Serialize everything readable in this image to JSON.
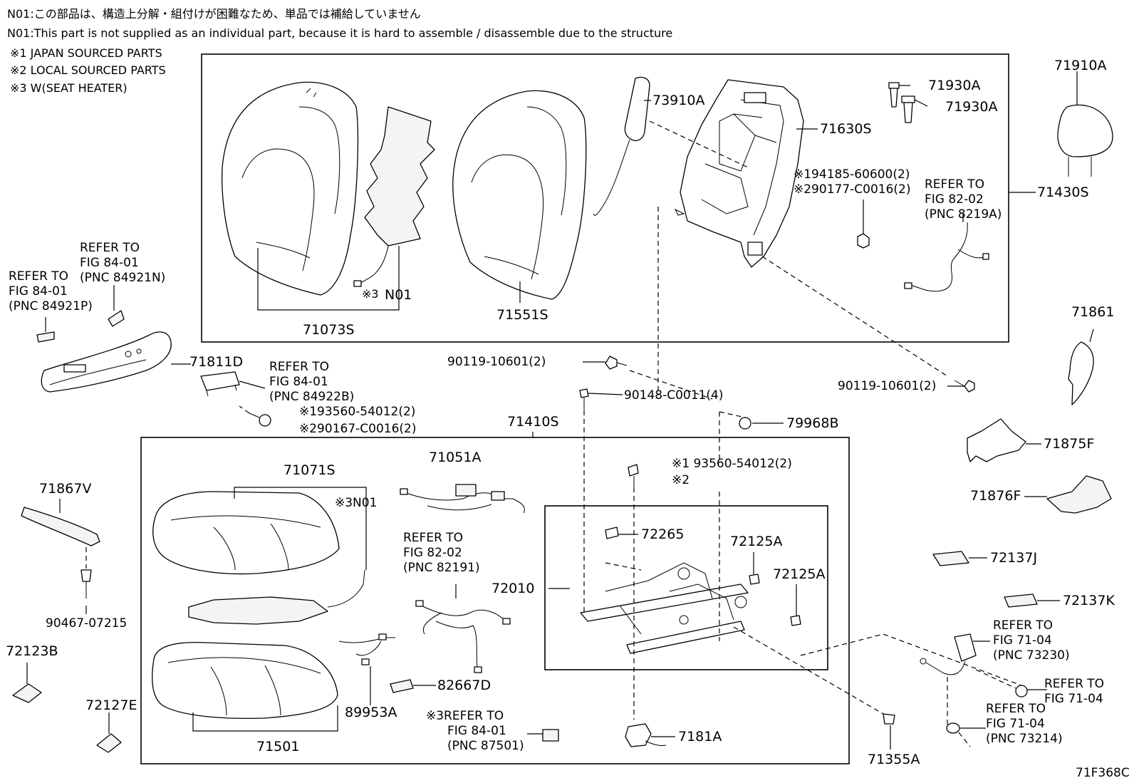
{
  "notes": [
    "N01:この部品は、構造上分解・組付けが困難なため、単品では補給していません",
    "N01:This part is not supplied as an individual part, because it is hard to assemble / disassemble due to the structure",
    "※1 JAPAN SOURCED PARTS",
    "※2 LOCAL SOURCED PARTS",
    "※3 W(SEAT HEATER)"
  ],
  "diagram_code": "71F368C",
  "labels": {
    "p71910A": "71910A",
    "p71930A_1": "71930A",
    "p71930A_2": "71930A",
    "p73910A": "73910A",
    "p71630S": "71630S",
    "p71430S": "71430S",
    "p71073S": "71073S",
    "p71551S": "71551S",
    "pN01_back": "N01",
    "pN01_back_mark": "※3",
    "p71811D": "71811D",
    "p71861": "71861",
    "p90119_a": "90119-10601(2)",
    "p90119_b": "90119-10601(2)",
    "p90148": "90148-C0011(4)",
    "p71410S": "71410S",
    "p79968B": "79968B",
    "p71875F": "71875F",
    "p71876F": "71876F",
    "p71867V": "71867V",
    "p71071S": "71071S",
    "pN01_cush": "※3N01",
    "p71051A": "71051A",
    "p72265": "72265",
    "p72125A_1": "72125A",
    "p72125A_2": "72125A",
    "p72010": "72010",
    "p72137J": "72137J",
    "p72137K": "72137K",
    "p90467": "90467-07215",
    "p72123B": "72123B",
    "p72127E": "72127E",
    "p71501": "71501",
    "p89953A": "89953A",
    "p82667D": "82667D",
    "p7181A": "7181A",
    "p71355A": "71355A",
    "p93560_mid_1": "※1 93560-54012(2)",
    "p93560_mid_2": "※2",
    "p194185": "※194185-60600(2)",
    "p290177": "※290177-C0016(2)",
    "p93560_left": "※193560-54012(2)",
    "p90167_left": "※290167-C0016(2)"
  },
  "refs": {
    "r84921N": [
      "REFER TO",
      "FIG 84-01",
      "(PNC 84921N)"
    ],
    "r84921P": [
      "REFER TO",
      "FIG 84-01",
      "(PNC 84921P)"
    ],
    "r84922B": [
      "REFER TO",
      "FIG 84-01",
      "(PNC 84922B)"
    ],
    "r8219A": [
      "REFER TO",
      "FIG 82-02",
      "(PNC 8219A)"
    ],
    "r82191": [
      "REFER TO",
      "FIG 82-02",
      "(PNC 82191)"
    ],
    "r73230": [
      "REFER TO",
      "FIG 71-04",
      "(PNC 73230)"
    ],
    "r7104a": [
      "REFER TO",
      "FIG 71-04"
    ],
    "r73214": [
      "REFER TO",
      "FIG 71-04",
      "(PNC 73214)"
    ],
    "r87501": [
      "※3REFER TO",
      "FIG 84-01",
      "(PNC 87501)"
    ]
  }
}
